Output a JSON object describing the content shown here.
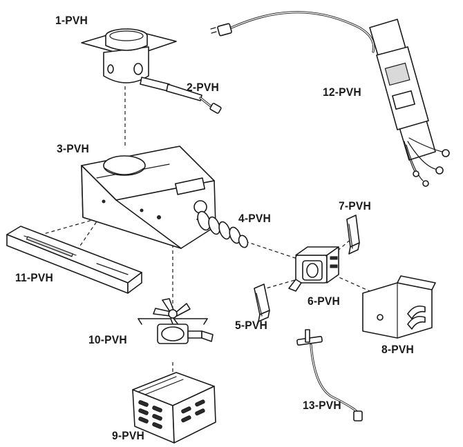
{
  "parts": [
    {
      "id": "1",
      "label": "1-PVH",
      "icon": "burn-pot-icon"
    },
    {
      "id": "2",
      "label": "2-PVH",
      "icon": "igniter-icon"
    },
    {
      "id": "3",
      "label": "3-PVH",
      "icon": "hopper-housing-icon"
    },
    {
      "id": "4",
      "label": "4-PVH",
      "icon": "auger-icon"
    },
    {
      "id": "5",
      "label": "5-PVH",
      "icon": "bracket-icon"
    },
    {
      "id": "6",
      "label": "6-PVH",
      "icon": "auger-motor-icon"
    },
    {
      "id": "7",
      "label": "7-PVH",
      "icon": "bracket-icon"
    },
    {
      "id": "8",
      "label": "8-PVH",
      "icon": "motor-cover-icon"
    },
    {
      "id": "9",
      "label": "9-PVH",
      "icon": "fan-cage-icon"
    },
    {
      "id": "10",
      "label": "10-PVH",
      "icon": "fan-icon"
    },
    {
      "id": "11",
      "label": "11-PVH",
      "icon": "channel-icon"
    },
    {
      "id": "12",
      "label": "12-PVH",
      "icon": "control-board-icon"
    },
    {
      "id": "13",
      "label": "13-PVH",
      "icon": "temperature-probe-icon"
    }
  ]
}
